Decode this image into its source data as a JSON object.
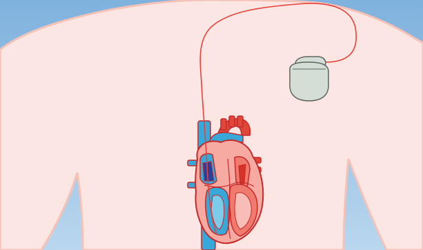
{
  "colors": {
    "sky_top": "#7FB2DE",
    "sky_bottom": "#B9D6EE",
    "skin": "#FBE6E3",
    "skin_outline": "#F5C2B8",
    "lead": "#E8413A",
    "device_fill": "#D4DED6",
    "device_outline": "#5E6460",
    "heart_outline": "#C42A2A",
    "heart_red": "#F07A6E",
    "heart_pink": "#F6AAA2",
    "vessel_blue": "#38A8D8",
    "vessel_dark_blue": "#2C3E9C",
    "vessel_red": "#E0463A"
  },
  "icons": [
    "torso-illustration",
    "pacemaker-device-icon",
    "pacing-lead-wire",
    "heart-illustration"
  ]
}
